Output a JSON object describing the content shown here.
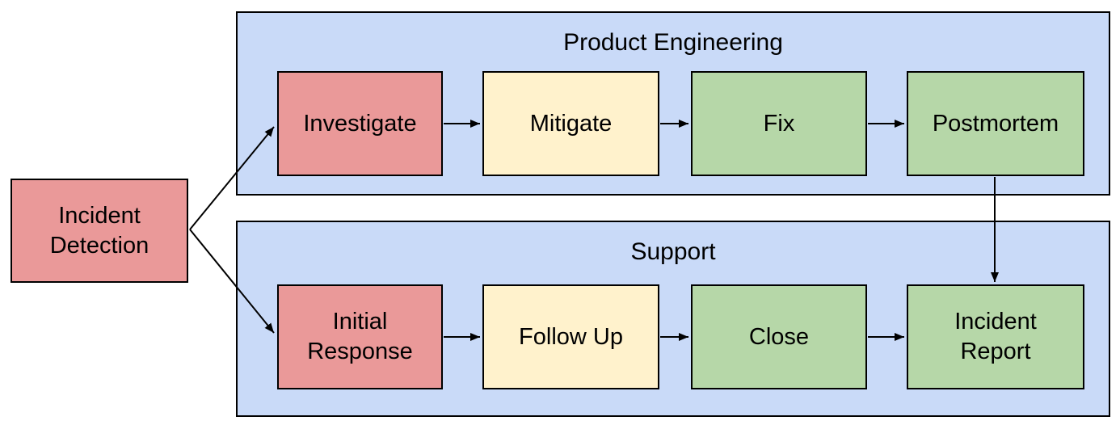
{
  "diagram": {
    "type": "flowchart-swimlanes",
    "entry": {
      "label": "Incident Detection",
      "color": "#ea9999"
    },
    "lanes": [
      {
        "label": "Product Engineering",
        "color": "#c9daf8",
        "steps": [
          {
            "label": "Investigate",
            "color": "#ea9999"
          },
          {
            "label": "Mitigate",
            "color": "#fff2cc"
          },
          {
            "label": "Fix",
            "color": "#b6d7a8"
          },
          {
            "label": "Postmortem",
            "color": "#b6d7a8"
          }
        ]
      },
      {
        "label": "Support",
        "color": "#c9daf8",
        "steps": [
          {
            "label": "Initial Response",
            "color": "#ea9999"
          },
          {
            "label": "Follow Up",
            "color": "#fff2cc"
          },
          {
            "label": "Close",
            "color": "#b6d7a8"
          },
          {
            "label": "Incident Report",
            "color": "#b6d7a8"
          }
        ]
      }
    ],
    "flows": [
      {
        "from": "Incident Detection",
        "to": "Investigate"
      },
      {
        "from": "Incident Detection",
        "to": "Initial Response"
      },
      {
        "from": "Investigate",
        "to": "Mitigate"
      },
      {
        "from": "Mitigate",
        "to": "Fix"
      },
      {
        "from": "Fix",
        "to": "Postmortem"
      },
      {
        "from": "Postmortem",
        "to": "Incident Report"
      },
      {
        "from": "Initial Response",
        "to": "Follow Up"
      },
      {
        "from": "Follow Up",
        "to": "Close"
      },
      {
        "from": "Close",
        "to": "Incident Report"
      }
    ],
    "palette": {
      "lane_fill": "#c9daf8",
      "node_red": "#ea9999",
      "node_yellow": "#fff2cc",
      "node_green": "#b6d7a8",
      "stroke": "#000000",
      "background": "#ffffff"
    }
  }
}
